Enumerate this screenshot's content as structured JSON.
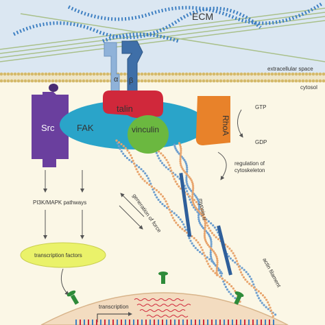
{
  "labels": {
    "ecm": "ECM",
    "extracellular_space": "extracellular space",
    "cytosol": "cytosol",
    "alpha": "α",
    "beta": "β",
    "talin": "talin",
    "src": "Src",
    "fak": "FAK",
    "vinculin": "vinculin",
    "rhoa": "RhoA",
    "gtp": "GTP",
    "gdp": "GDP",
    "regulation_line1": "regulation of",
    "regulation_line2": "cytoskeleton",
    "pathways": "PI3K/MAPK pathways",
    "transcription_factors": "transcription factors",
    "generation_of_force": "generation of force",
    "myosin": "myosin II",
    "actin_filament": "actin filament",
    "transcription": "transcription"
  },
  "colors": {
    "ecm_bg": "#dbe7f2",
    "cytosol_bg": "#fbf7e6",
    "membrane": "#d4b96a",
    "integrin_alpha": "#8fb2d9",
    "integrin_beta": "#3f6fa8",
    "talin": "#d0283b",
    "fak": "#2aa4c9",
    "vinculin": "#6bb840",
    "src": "#6a3f9e",
    "rhoa": "#e8822a",
    "transcription_factors": "#eaf26a",
    "nucleus": "#f3dcc0",
    "actin_blue": "#6e9fcf",
    "actin_orange": "#e8a46c",
    "myosin": "#2f5f9a",
    "dna_receptor": "#2e8b3a"
  }
}
